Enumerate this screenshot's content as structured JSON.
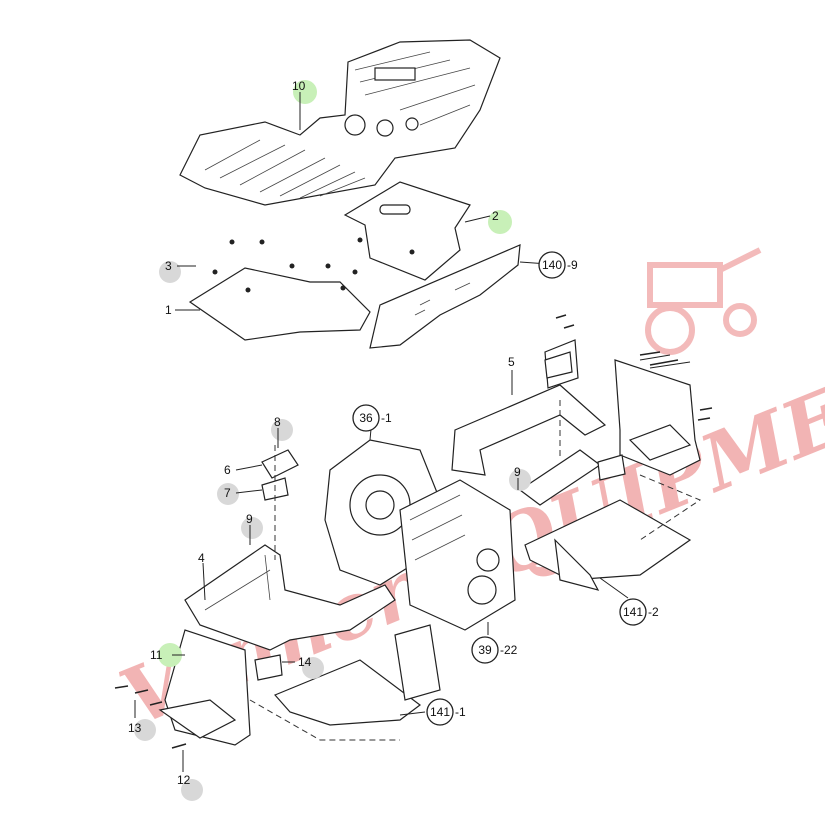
{
  "watermark": {
    "text": "Vanner EQUIPMENT",
    "color": "#e87878"
  },
  "callouts": {
    "c10": "10",
    "c2": "2",
    "c3": "3",
    "c1": "1",
    "c5": "5",
    "c8": "8",
    "c6": "6",
    "c7": "7",
    "c9a": "9",
    "c9b": "9",
    "c4": "4",
    "c11": "11",
    "c14": "14",
    "c13": "13",
    "c12": "12"
  },
  "refs": {
    "r140": {
      "num": "140",
      "suffix": "-9"
    },
    "r36": {
      "num": "36",
      "suffix": "-1"
    },
    "r39": {
      "num": "39",
      "suffix": "-22"
    },
    "r141a": {
      "num": "141",
      "suffix": "-2"
    },
    "r141b": {
      "num": "141",
      "suffix": "-1"
    }
  },
  "colors": {
    "highlight_green": "#c8f0b8",
    "highlight_gray": "#d8d8d8",
    "line": "#222222"
  }
}
